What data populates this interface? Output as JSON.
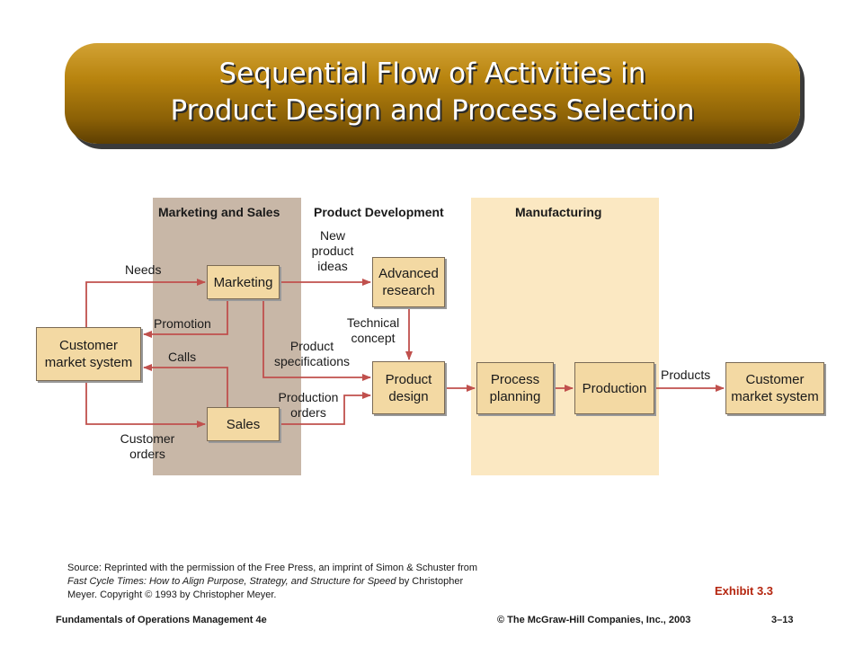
{
  "title": {
    "line1": "Sequential Flow of Activities in",
    "line2": "Product Design and Process Selection"
  },
  "diagram": {
    "headers": {
      "marketing_sales": "Marketing and Sales",
      "product_development": "Product Development",
      "manufacturing": "Manufacturing"
    },
    "boxes": {
      "customer_market_left": "Customer market system",
      "marketing": "Marketing",
      "sales": "Sales",
      "advanced_research": "Advanced research",
      "product_design": "Product design",
      "process_planning": "Process planning",
      "production": "Production",
      "customer_market_right": "Customer market system"
    },
    "labels": {
      "needs": "Needs",
      "promotion": "Promotion",
      "calls": "Calls",
      "customer_orders": "Customer orders",
      "new_product_ideas": "New product ideas",
      "technical_concept": "Technical concept",
      "product_specifications": "Product specifications",
      "production_orders": "Production orders",
      "products": "Products"
    },
    "colors": {
      "arrow": "#c0504d",
      "marketing_band": "#c8b7a7",
      "manufacturing_band": "#fbe8c2",
      "box_fill": "#f3d9a3"
    }
  },
  "source": {
    "prefix": "Source: Reprinted with the permission of the Free Press, an imprint of Simon & Schuster from ",
    "book_title": "Fast Cycle Times: How to Align Purpose, Strategy, and Structure for Speed",
    "suffix": " by Christopher Meyer. Copyright © 1993 by Christopher Meyer."
  },
  "exhibit": "Exhibit 3.3",
  "footer": {
    "left": "Fundamentals of Operations Management 4e",
    "center": "© The McGraw-Hill Companies, Inc., 2003",
    "page": "3–13"
  }
}
